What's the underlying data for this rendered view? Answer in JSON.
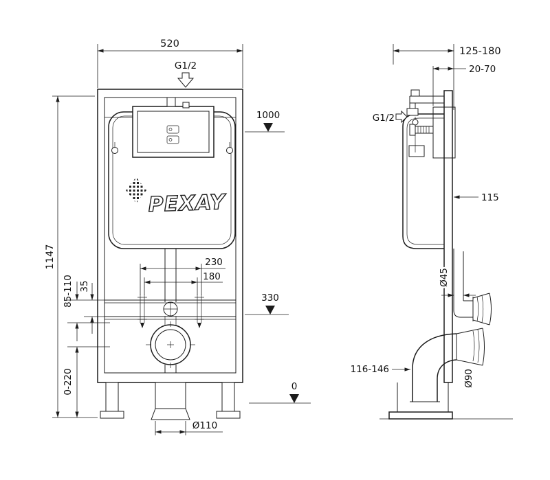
{
  "brand": "PEXAY",
  "colors": {
    "ink": "#1c1c1c",
    "background": "#ffffff"
  },
  "front": {
    "dim_width": "520",
    "inlet": "G1/2",
    "level_1000": "1000",
    "dim_height": "1147",
    "dim_230": "230",
    "dim_180": "180",
    "level_330": "330",
    "dim_85_110": "85-110",
    "dim_35": "35",
    "dim_0_220": "0-220",
    "level_0": "0",
    "dia_110": "Ø110"
  },
  "side": {
    "dim_depth": "125-180",
    "dim_adjust": "20-70",
    "inlet": "G1/2",
    "dim_115": "115",
    "dia_45": "Ø45",
    "dim_116_146": "116-146",
    "dia_90": "Ø90"
  }
}
